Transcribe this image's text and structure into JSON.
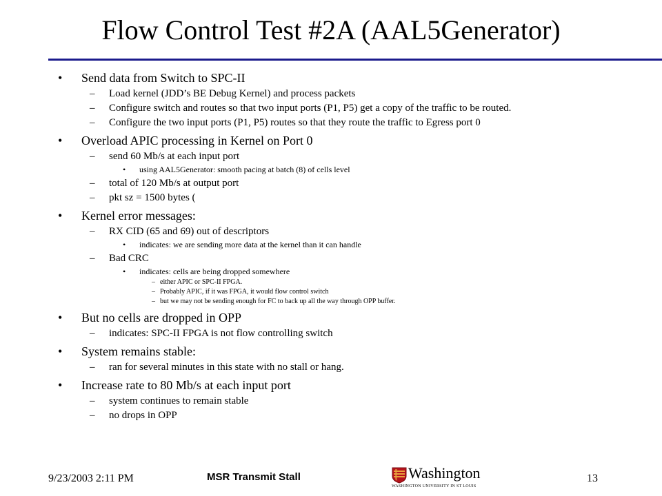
{
  "slide": {
    "title": "Flow Control Test #2A (AAL5Generator)",
    "bullet_marks": {
      "l1": "•",
      "l2": "–",
      "l3": "•",
      "l4": "–"
    },
    "items": [
      {
        "text": "Send data from Switch to SPC-II",
        "children": [
          {
            "text": "Load kernel (JDD’s BE Debug Kernel) and process packets"
          },
          {
            "text": "Configure switch and routes so that two input ports (P1, P5) get a copy of the traffic to be routed."
          },
          {
            "text": "Configure the two input ports (P1, P5) routes so that they route the traffic to Egress port 0"
          }
        ]
      },
      {
        "text": "Overload APIC processing in Kernel on Port 0",
        "children": [
          {
            "text": "send 60 Mb/s at each input port",
            "children": [
              {
                "text": "using AAL5Generator: smooth pacing at batch (8) of cells level"
              }
            ]
          },
          {
            "text": "total of 120 Mb/s at output port"
          },
          {
            "text": "pkt sz = 1500 bytes ("
          }
        ]
      },
      {
        "text": "Kernel error messages:",
        "children": [
          {
            "text": "RX CID (65 and 69) out of descriptors",
            "children": [
              {
                "text": "indicates: we are sending more data at the kernel than it can handle"
              }
            ]
          },
          {
            "text": "Bad CRC",
            "children": [
              {
                "text": "indicates: cells are being dropped somewhere",
                "children": [
                  {
                    "text": "either APIC or SPC-II FPGA."
                  },
                  {
                    "text": "Probably APIC, if it was FPGA, it would flow control switch"
                  },
                  {
                    "text": "but we may not be sending enough for FC to back up all the way through OPP buffer."
                  }
                ]
              }
            ]
          }
        ]
      },
      {
        "text": "But no cells are dropped in OPP",
        "children": [
          {
            "text": "indicates: SPC-II FPGA is not flow controlling switch"
          }
        ]
      },
      {
        "text": "System remains stable:",
        "children": [
          {
            "text": "ran for several minutes in this state with no stall or hang."
          }
        ]
      },
      {
        "text": "Increase rate to 80 Mb/s at each input port",
        "children": [
          {
            "text": "system continues to remain stable"
          },
          {
            "text": "no drops in OPP"
          }
        ]
      }
    ]
  },
  "footer": {
    "datetime": "9/23/2003 2:11 PM",
    "center": "MSR Transmit Stall",
    "page_number": "13",
    "logo_name": "Washington",
    "logo_subtitle": "WASHINGTON UNIVERSITY IN ST LOUIS"
  },
  "colors": {
    "title_rule": "#1a1a8c",
    "shield_red": "#b5121b",
    "shield_gold": "#e8a33d"
  }
}
